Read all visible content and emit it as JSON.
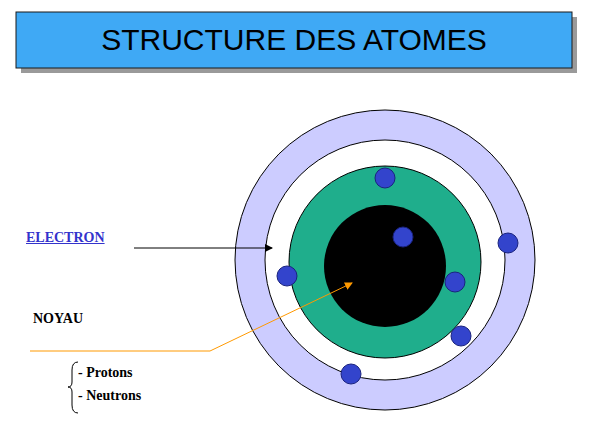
{
  "diagram": {
    "title": "STRUCTURE DES ATOMES",
    "labels": [
      "ELECTRON",
      "NOYAU",
      "- Protons",
      "- Neutrons"
    ]
  }
}
